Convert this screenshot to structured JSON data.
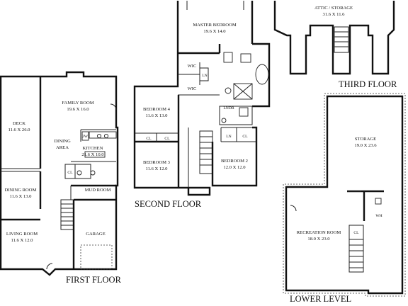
{
  "floors": {
    "first": {
      "title": "FIRST FLOOR",
      "family_room": {
        "name": "FAMILY ROOM",
        "dim": "19.6 X 16.0"
      },
      "deck": {
        "name": "DECK",
        "dim": "11.6 X 26.0"
      },
      "dining_area": {
        "name": "DINING",
        "name2": "AREA"
      },
      "kitchen": {
        "name": "KITCHEN",
        "dim": "21.6 X 10.0"
      },
      "dining_room": {
        "name": "DINING ROOM",
        "dim": "11.6 X 13.0"
      },
      "mud_room": {
        "name": "MUD ROOM"
      },
      "living_room": {
        "name": "LIVING ROOM",
        "dim": "11.6 X 12.0"
      },
      "garage": {
        "name": "GARAGE"
      },
      "closet": "CL",
      "fridge": "2W"
    },
    "second": {
      "title": "SECOND FLOOR",
      "master_bedroom": {
        "name": "MASTER BEDROOM",
        "dim": "19.6 X 14.0"
      },
      "wic_top": "WIC",
      "wic_bottom": "WIC",
      "linen_top": "LN",
      "linen_mid": "LNDR",
      "linen_bottom": "LN",
      "bedroom4": {
        "name": "BEDROOM 4",
        "dim": "11.6 X 13.0"
      },
      "bedroom3": {
        "name": "BEDROOM 3",
        "dim": "11.6 X 12.0"
      },
      "bedroom2": {
        "name": "BEDROOM 2",
        "dim": "12.0 X 12.0"
      },
      "cl_left": "CL",
      "cl_right": "CL",
      "cl_bed2": "CL"
    },
    "third": {
      "title": "THIRD FLOOR",
      "attic": {
        "name": "ATTIC / STORAGE",
        "dim": "31.6 X 11.6"
      }
    },
    "lower": {
      "title": "LOWER LEVEL",
      "storage": {
        "name": "STORAGE",
        "dim": "19.0 X 23.6"
      },
      "recreation": {
        "name": "RECREATION ROOM",
        "dim": "18.0 X 23.0"
      },
      "water_heater": "WH",
      "closet": "CL"
    }
  }
}
